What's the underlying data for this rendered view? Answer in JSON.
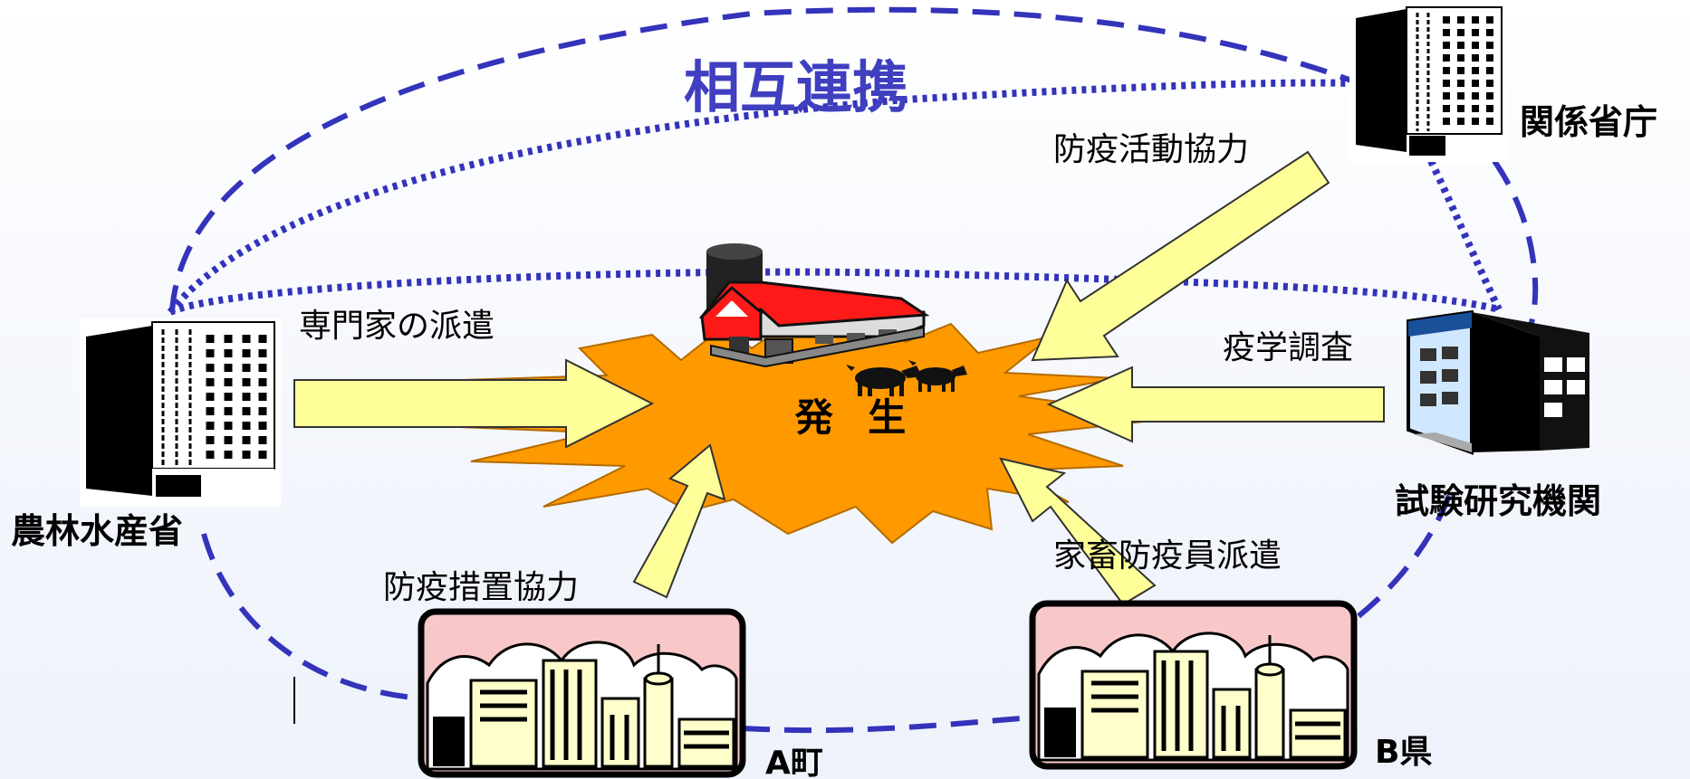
{
  "title": "相互連携",
  "center_label": "発 生",
  "nodes": {
    "maff": "農林水産省",
    "ministries": "関係省庁",
    "research": "試験研究機関",
    "town_a": "A町",
    "pref_b": "B県"
  },
  "arrows": {
    "experts": "専門家の派遣",
    "ministries_support": "防疫活動協力",
    "epidemiology": "疫学調査",
    "town_support": "防疫措置協力",
    "pref_dispatch": "家畜防疫員派遣"
  },
  "colors": {
    "link_line": "#3333bb",
    "title": "#3f3fc0",
    "burst": "#ff9900",
    "arrow_fill": "#ffff99",
    "barn_roof": "#ff1a1a",
    "city_sky": "#f8c8c8",
    "city_building": "#ffffcc",
    "research_building": "#cfe8ff"
  },
  "icons": {
    "maff": "office-building-icon",
    "ministries": "office-building-icon",
    "research": "research-facility-icon",
    "barn": "barn-icon",
    "cattle": "cattle-icon",
    "city": "city-skyline-icon"
  }
}
